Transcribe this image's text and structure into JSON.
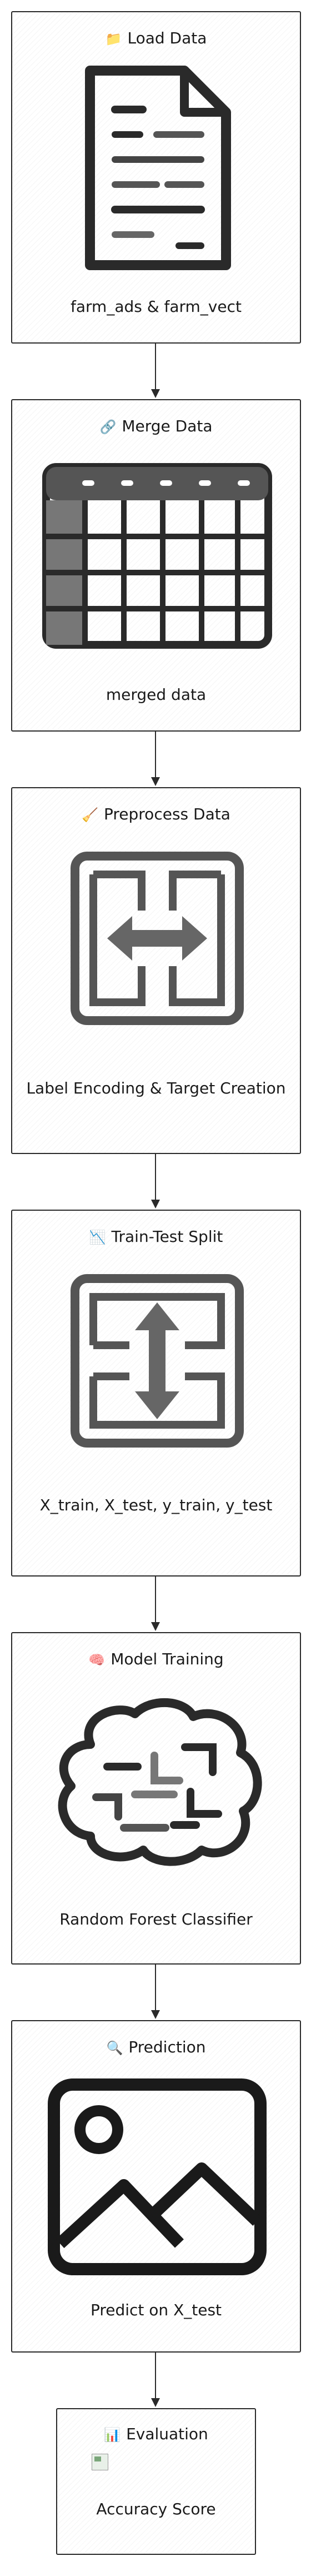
{
  "steps": [
    {
      "emoji": "📁",
      "title": "Load Data",
      "icon": "document-icon",
      "caption": "farm_ads & farm_vect"
    },
    {
      "emoji": "🔗",
      "title": "Merge Data",
      "icon": "table-grid-icon",
      "caption": "merged data"
    },
    {
      "emoji": "🧹",
      "title": "Preprocess Data",
      "icon": "merge-arrows-icon",
      "caption": "Label Encoding & Target Creation"
    },
    {
      "emoji": "📉",
      "title": "Train-Test Split",
      "icon": "split-arrows-icon",
      "caption": "X_train, X_test, y_train, y_test"
    },
    {
      "emoji": "🧠",
      "title": "Model Training",
      "icon": "brain-icon",
      "caption": "Random Forest Classifier"
    },
    {
      "emoji": "🔍",
      "title": "Prediction",
      "icon": "image-placeholder-icon",
      "caption": "Predict on X_test"
    },
    {
      "emoji": "📊",
      "title": "Evaluation",
      "icon": "broken-image-icon",
      "caption": "Accuracy Score"
    }
  ],
  "colors": {
    "stroke": "#2a2a2a",
    "text": "#1a1a1a",
    "background": "#ffffff"
  }
}
